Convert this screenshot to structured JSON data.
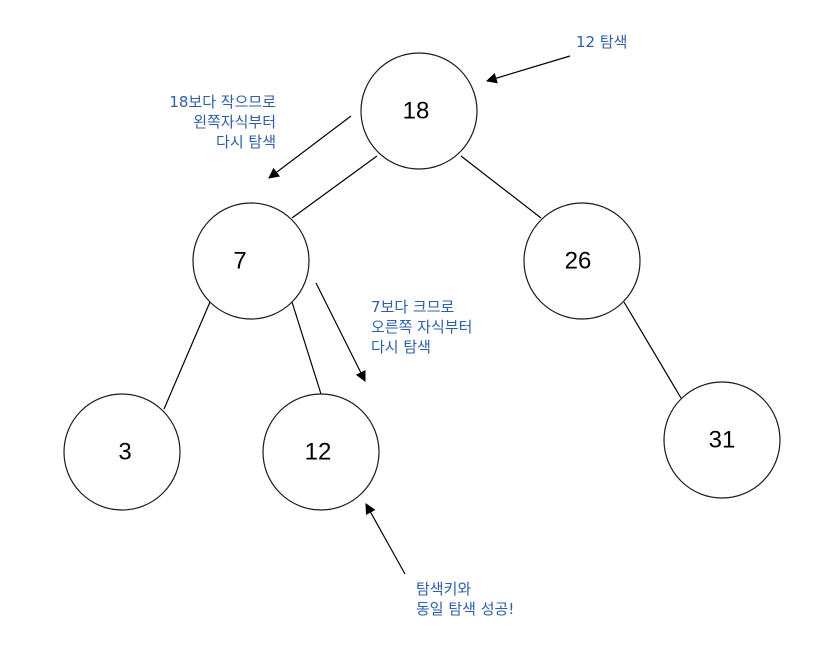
{
  "tree": {
    "nodes": [
      {
        "id": "n18",
        "label": "18"
      },
      {
        "id": "n7",
        "label": "7"
      },
      {
        "id": "n26",
        "label": "26"
      },
      {
        "id": "n3",
        "label": "3"
      },
      {
        "id": "n12",
        "label": "12"
      },
      {
        "id": "n31",
        "label": "31"
      }
    ],
    "edges": [
      {
        "from": "n18",
        "to": "n7"
      },
      {
        "from": "n18",
        "to": "n26"
      },
      {
        "from": "n7",
        "to": "n3"
      },
      {
        "from": "n7",
        "to": "n12"
      },
      {
        "from": "n26",
        "to": "n31"
      }
    ]
  },
  "annotations": {
    "search_key": "12 탐색",
    "go_left": [
      "18보다 작으므로",
      "왼쪽자식부터",
      "다시 탐색"
    ],
    "go_right": [
      "7보다 크므로",
      "오른쪽 자식부터",
      "다시 탐색"
    ],
    "found": [
      "탐색키와",
      "동일 탐색 성공!"
    ]
  },
  "colors": {
    "node_stroke": "#1a1a1a",
    "edge": "#000000",
    "annotation_text": "#2e5fa8"
  }
}
